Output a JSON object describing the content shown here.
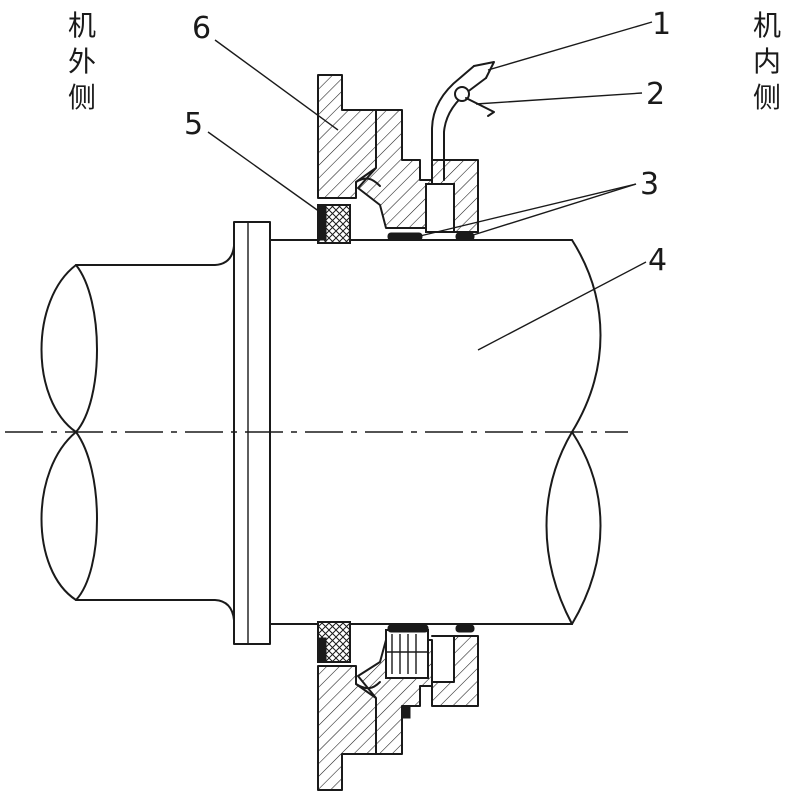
{
  "labels": {
    "outer_side": "机外侧",
    "inner_side": "机内侧"
  },
  "callouts": {
    "c1": "1",
    "c2": "2",
    "c3": "3",
    "c4": "4",
    "c5": "5",
    "c6": "6"
  }
}
